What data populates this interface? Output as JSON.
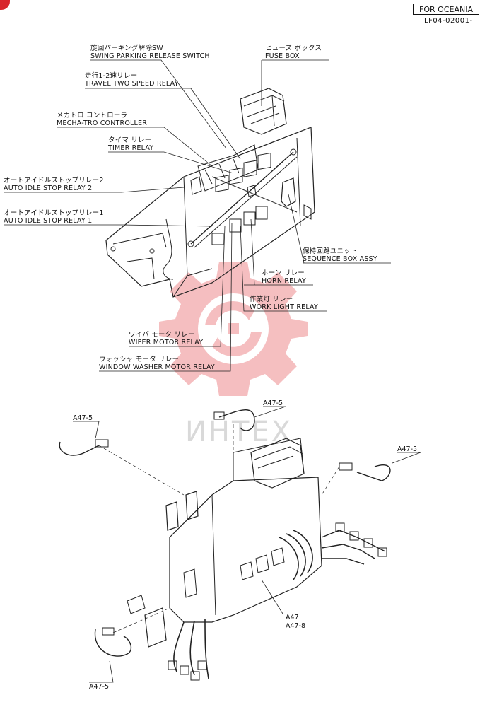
{
  "header": {
    "region": "FOR OCEANIA",
    "doc_code": "LF04-02001-"
  },
  "labels": {
    "swing_parking": {
      "jp": "旋回パーキング解除SW",
      "en": "SWING PARKING RELEASE SWITCH"
    },
    "fuse_box": {
      "jp": "ヒューズ ボックス",
      "en": "FUSE BOX"
    },
    "travel_relay": {
      "jp": "走行1-2速リレー",
      "en": "TRAVEL TWO SPEED RELAY"
    },
    "mecha_tro": {
      "jp": "メカトロ コントローラ",
      "en": "MECHA-TRO CONTROLLER"
    },
    "timer_relay": {
      "jp": "タイマ リレー",
      "en": "TIMER RELAY"
    },
    "auto_idle_2": {
      "jp": "オートアイドルストップリレー2",
      "en": "AUTO IDLE STOP RELAY 2"
    },
    "auto_idle_1": {
      "jp": "オートアイドルストップリレー1",
      "en": "AUTO IDLE STOP RELAY 1"
    },
    "sequence_box": {
      "jp": "保持回路ユニット",
      "en": "SEQUENCE BOX ASSY"
    },
    "horn_relay": {
      "jp": "ホーン リレー",
      "en": "HORN RELAY"
    },
    "work_light": {
      "jp": "作業灯 リレー",
      "en": "WORK LIGHT RELAY"
    },
    "wiper_motor": {
      "jp": "ワイパ モータ リレー",
      "en": "WIPER MOTOR RELAY"
    },
    "window_washer": {
      "jp": "ウォッシャ モータ リレー",
      "en": "WINDOW WASHER MOTOR RELAY"
    }
  },
  "refs": {
    "top": "A47-5",
    "left": "A47-5",
    "right": "A47-5",
    "bottom": "A47-5",
    "main_1": "A47",
    "main_2": "A47-8"
  },
  "watermark": {
    "text": "ИНТЕХ",
    "color": "#e8343a"
  }
}
